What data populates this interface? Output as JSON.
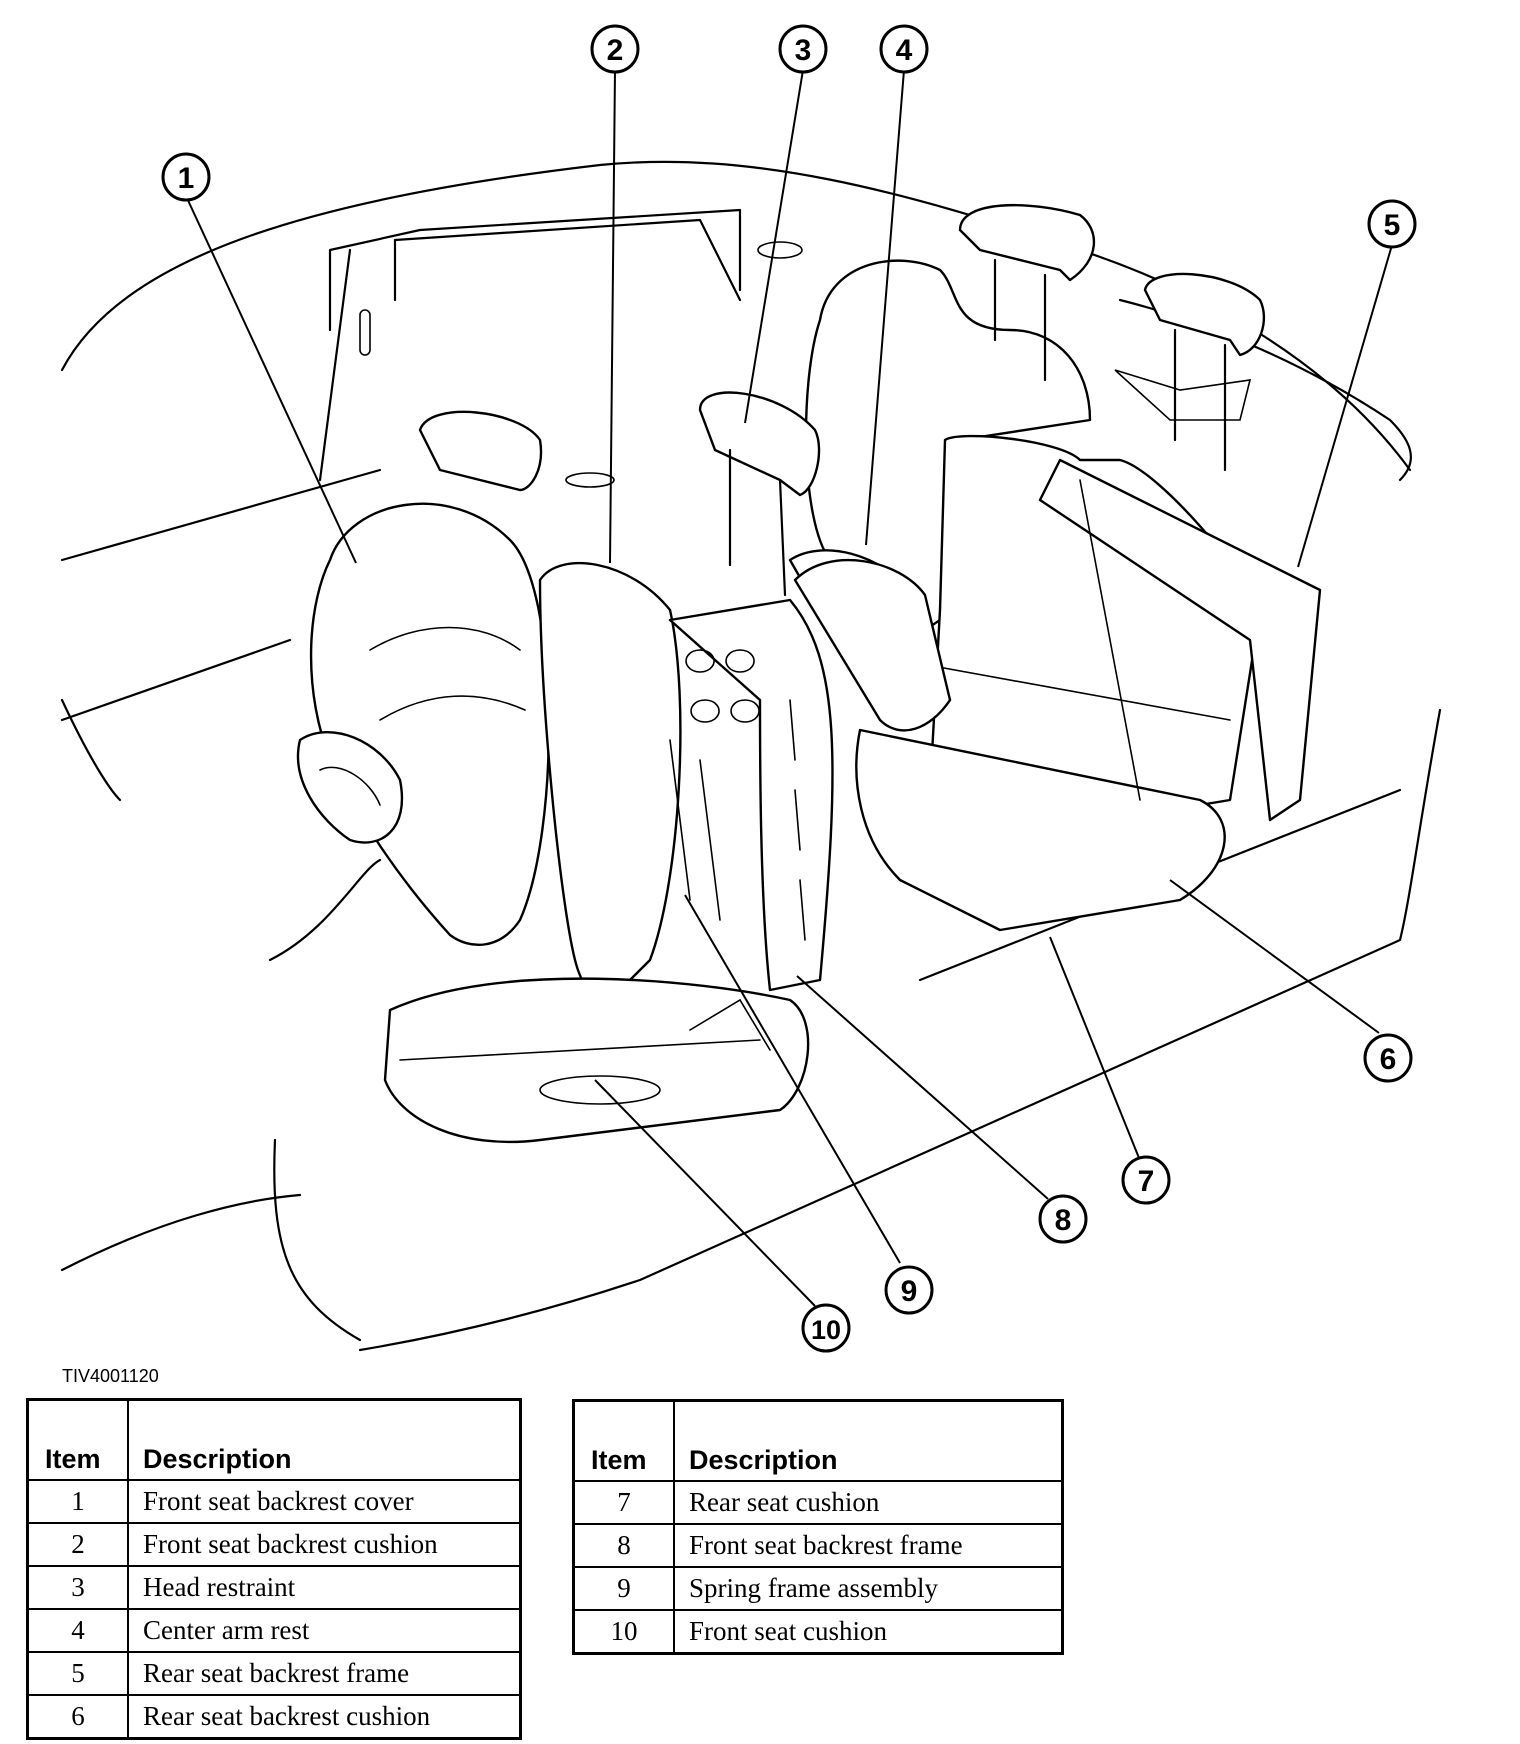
{
  "figure_id": "TIV4001120",
  "callouts": [
    "1",
    "2",
    "3",
    "4",
    "5",
    "6",
    "7",
    "8",
    "9",
    "10"
  ],
  "legend": {
    "headers": {
      "item": "Item",
      "description": "Description"
    },
    "left_rows": [
      {
        "item": "1",
        "description": "Front seat backrest cover"
      },
      {
        "item": "2",
        "description": "Front seat backrest cushion"
      },
      {
        "item": "3",
        "description": "Head restraint"
      },
      {
        "item": "4",
        "description": "Center arm rest"
      },
      {
        "item": "5",
        "description": "Rear seat backrest frame"
      },
      {
        "item": "6",
        "description": "Rear seat backrest cushion"
      }
    ],
    "right_rows": [
      {
        "item": "7",
        "description": "Rear seat cushion"
      },
      {
        "item": "8",
        "description": "Front seat backrest frame"
      },
      {
        "item": "9",
        "description": "Spring frame assembly"
      },
      {
        "item": "10",
        "description": "Front seat cushion"
      }
    ]
  }
}
